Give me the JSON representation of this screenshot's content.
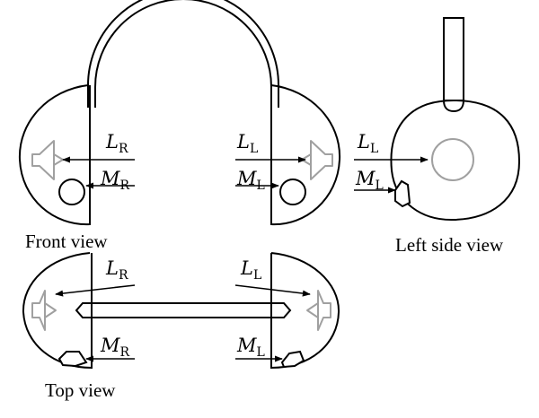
{
  "captions": {
    "front": "Front view",
    "left_side": "Left side view",
    "top": "Top view"
  },
  "symbols": {
    "L": "L",
    "M": "M",
    "R_sub": "R",
    "L_sub": "L"
  },
  "colors": {
    "outline": "#000000",
    "speaker": "#a0a0a0",
    "background": "#ffffff"
  }
}
